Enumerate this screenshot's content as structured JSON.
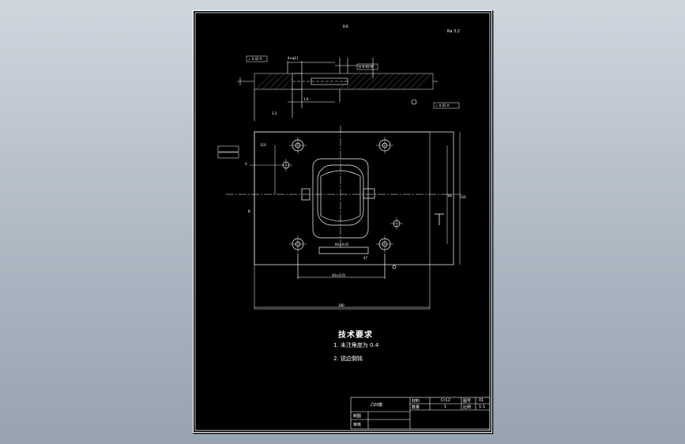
{
  "drawing": {
    "section_label": "B-B",
    "roughness_note": "Ra 3.2",
    "view_label_a": "A",
    "view_label_b": "B",
    "tolerance_frames": [
      "⊥ 0.02 A",
      "◎ 0.02 B",
      "⊥ 0.02 A"
    ],
    "dimensions": {
      "overall_width": "180",
      "overall_height": "120",
      "hole_pitch_x": "110",
      "hole_pitch_y": "80",
      "cavity_width": "60±0.02",
      "pitch_bottom": "40±0.01",
      "dim_47": "47",
      "dim_section_1": "4×φ11",
      "dim_section_2": "1.6",
      "dim_section_3": "3.2"
    }
  },
  "technical_requirements": {
    "title": "技术要求",
    "items": [
      {
        "num": "1.",
        "text": "未注角度为 0.4"
      },
      {
        "num": "2.",
        "text": "锐边倒钝"
      }
    ]
  },
  "title_block": {
    "part_name": "凸凹模",
    "material_label": "材料",
    "material_value": "Cr12",
    "quantity_label": "数量",
    "quantity_value": "1",
    "drawing_no_label": "图号",
    "drawing_no_value": "01",
    "scale_label": "比例",
    "scale_value": "1:1",
    "designer_label": "制图",
    "reviewer_label": "审核"
  },
  "colors": {
    "sheet": "#000000",
    "line": "#ffffff",
    "hatch": "#c8c8c8",
    "background": "#aeb8c3"
  }
}
